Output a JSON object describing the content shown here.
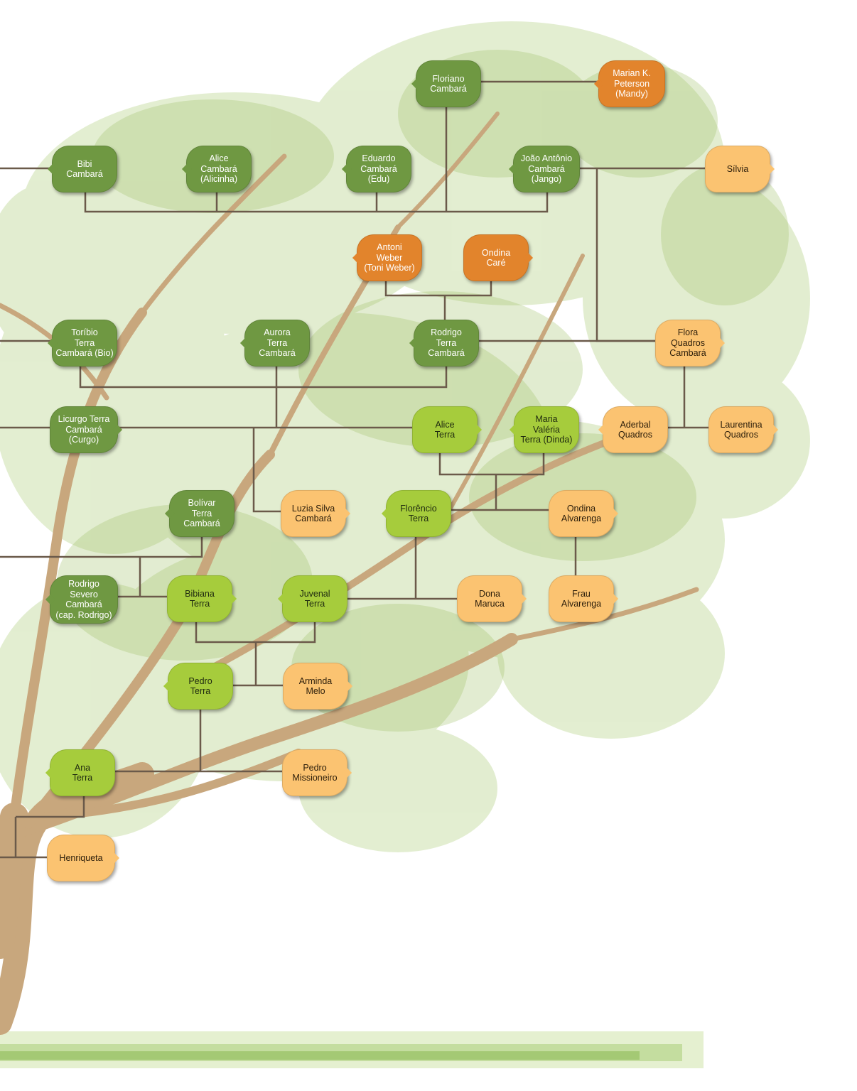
{
  "palette": {
    "dark_green": "#6f9842",
    "light_green": "#a6cc3c",
    "peach": "#fbc371",
    "orange": "#e2842c",
    "connector": "#6b5a4a",
    "trunk": "#c8a77d",
    "foliage": "#a9c97a",
    "grass": "#9fc46b"
  },
  "people": {
    "floriano": "Floriano\nCambará",
    "marian": "Marian K.\nPeterson\n(Mandy)",
    "bibi": "Bibi\nCambará",
    "alice_cambara": "Alice\nCambará\n(Alicinha)",
    "eduardo": "Eduardo\nCambará\n(Edu)",
    "joao_antonio": "João Antônio\nCambará\n(Jango)",
    "silvia": "Sílvia",
    "antoni_weber": "Antoni\nWeber\n(Toni Weber)",
    "ondina_care": "Ondina\nCaré",
    "toribio": "Toríbio\nTerra\nCambará (Bio)",
    "aurora": "Aurora\nTerra\nCambará",
    "rodrigo_terra": "Rodrigo\nTerra\nCambará",
    "flora": "Flora\nQuadros\nCambará",
    "licurgo": "Licurgo Terra\nCambará\n(Curgo)",
    "alice_terra": "Alice\nTerra",
    "maria_valeria": "Maria\nValéria\nTerra (Dinda)",
    "aderbal": "Aderbal\nQuadros",
    "laurentina": "Laurentina\nQuadros",
    "bolivar": "Bolívar\nTerra\nCambará",
    "luzia": "Luzia Silva\nCambará",
    "florencio": "Florêncio\nTerra",
    "ondina_alvarenga": "Ondina\nAlvarenga",
    "rodrigo_severo": "Rodrigo\nSevero\nCambará\n(cap. Rodrigo)",
    "bibiana": "Bibiana\nTerra",
    "juvenal": "Juvenal\nTerra",
    "dona_maruca": "Dona\nMaruca",
    "frau_alvarenga": "Frau\nAlvarenga",
    "pedro_terra": "Pedro\nTerra",
    "arminda": "Arminda\nMelo",
    "ana_terra": "Ana\nTerra",
    "pedro_missioneiro": "Pedro\nMissioneiro",
    "henriqueta": "Henriqueta"
  }
}
